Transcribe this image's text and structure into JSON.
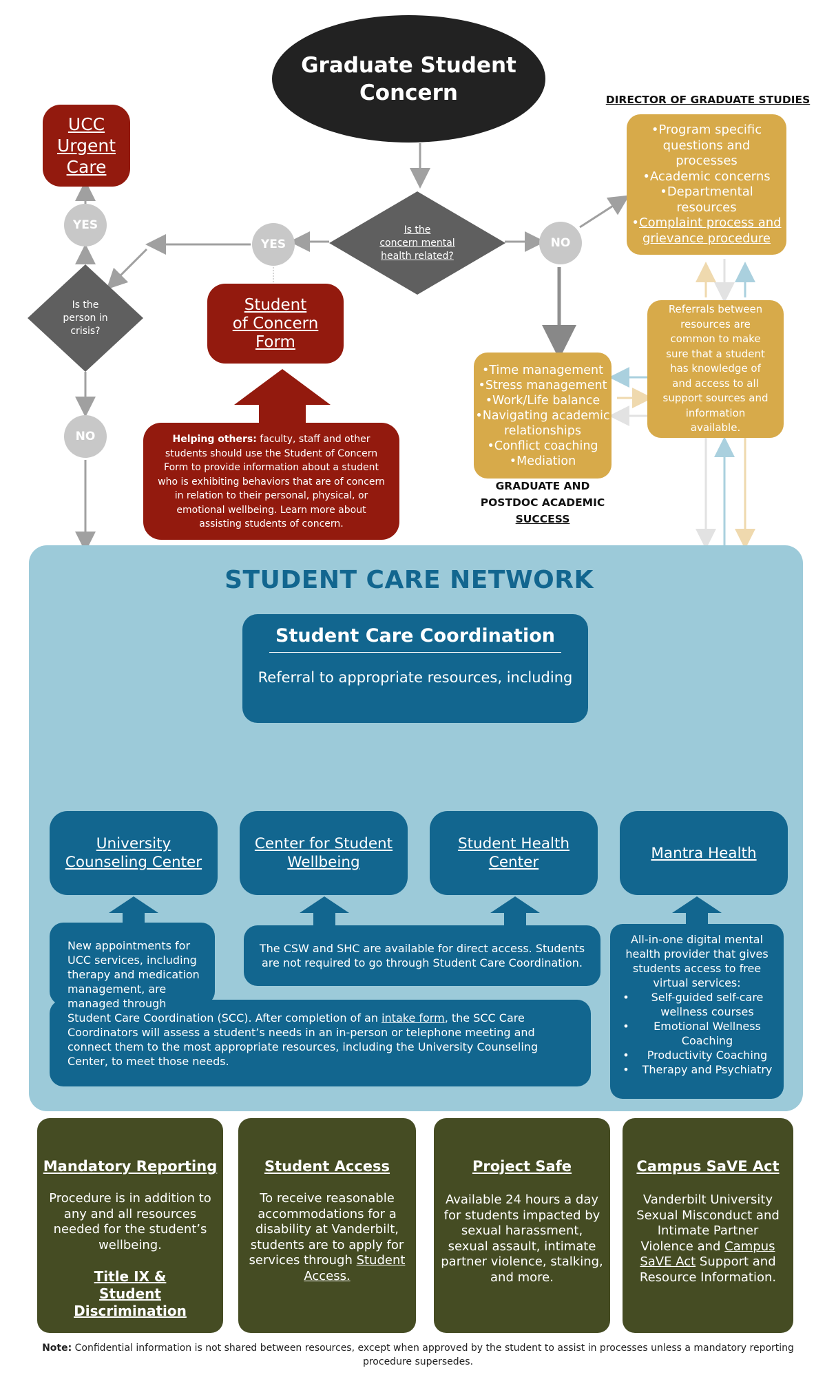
{
  "title": {
    "line1": "Graduate Student",
    "line2": "Concern"
  },
  "decision_mental": {
    "line1": "Is the",
    "line2": "concern mental",
    "line3": "health related?"
  },
  "decision_crisis": {
    "line1": "Is the",
    "line2": "person in",
    "line3": "crisis?"
  },
  "answers": {
    "yes": "YES",
    "no": "NO"
  },
  "ucc_urgent_care": [
    "UCC",
    "Urgent",
    "Care"
  ],
  "student_of_concern_form": [
    "Student",
    "of Concern",
    "Form"
  ],
  "helping_others": {
    "bold": "Helping others:",
    "text": " faculty, staff and other students should use the Student of Concern Form to provide information about a student who is exhibiting behaviors that are of concern in relation to their personal, physical, or emotional wellbeing. Learn more about assisting students of concern."
  },
  "dgs": {
    "heading": "DIRECTOR OF GRADUATE STUDIES",
    "items": [
      "•Program specific questions and processes",
      "•Academic concerns",
      "•Departmental resources"
    ],
    "link_bullet": "•",
    "link": "Complaint process and grievance procedure"
  },
  "referrals_note": "Referrals between resources are common to make sure that a student has knowledge of and access to all support sources and information available.",
  "gpas": {
    "items": [
      "•Time management",
      "•Stress management",
      "•Work/Life balance",
      "•Navigating academic relationships",
      "•Conflict coaching",
      "•Mediation"
    ],
    "heading": [
      "GRADUATE AND",
      "POSTDOC ACADEMIC",
      "SUCCESS "
    ]
  },
  "network": {
    "title": "STUDENT CARE NETWORK",
    "coordination": {
      "title": "Student Care Coordination",
      "subtitle": "Referral to appropriate resources, including"
    },
    "resources": [
      {
        "line1": "University",
        "line2": "Counseling Center"
      },
      {
        "line1": "Center for Student",
        "line2": "Wellbeing"
      },
      {
        "line1": "Student Health",
        "line2": "Center"
      },
      {
        "line1": "Mantra Health",
        "line2": ""
      }
    ],
    "ucc_note_top": "New appointments for UCC services, including therapy and medication management, are managed through",
    "ucc_note_bottom_pre": " Student Care Coordination (SCC). After completion of an ",
    "ucc_note_link": "intake form",
    "ucc_note_bottom_post": ", the SCC Care Coordinators will assess a student’s needs in an in-person or telephone meeting and connect them to the most appropriate resources, including the University Counseling Center, to meet those needs.",
    "csw_shc_note": "The CSW and SHC are available for direct access. Students are not required to go through Student Care Coordination.",
    "mantra_note": {
      "intro": "All-in-one digital mental health provider that gives students access to free virtual services:",
      "items": [
        "Self-guided self-care wellness courses",
        "Emotional Wellness Coaching",
        "Productivity Coaching",
        "Therapy and Psychiatry"
      ]
    }
  },
  "footer_cards": [
    {
      "title": "Mandatory Reporting",
      "body": "Procedure is in addition to any and all resources needed for the student’s wellbeing.",
      "extra_link": "Title IX & Student Discrimination "
    },
    {
      "title": "Student Access",
      "body_pre": "To receive reasonable accommodations for a disability at Vanderbilt, students are to apply for services through ",
      "body_link": "Student Access."
    },
    {
      "title": "Project Safe",
      "body": "Available 24 hours a day for students impacted by sexual harassment, sexual assault, intimate partner violence, stalking, and more."
    },
    {
      "title": "Campus SaVE Act",
      "body_pre": "Vanderbilt University Sexual Misconduct and Intimate Partner Violence and ",
      "body_link": "Campus SaVE Act",
      "body_post": " Support and Resource Information."
    }
  ],
  "note": {
    "bold": "Note:",
    "text": " Confidential information is not shared between resources, except when approved by the student to assist in processes unless a mandatory reporting procedure supersedes."
  },
  "colors": {
    "dark_red": "#931a0e",
    "gold": "#d7aa4a",
    "teal": "#12668f",
    "light_blue": "#9ccad9",
    "olive": "#454c23",
    "charcoal": "#222222",
    "gray": "#5f5f5f"
  }
}
